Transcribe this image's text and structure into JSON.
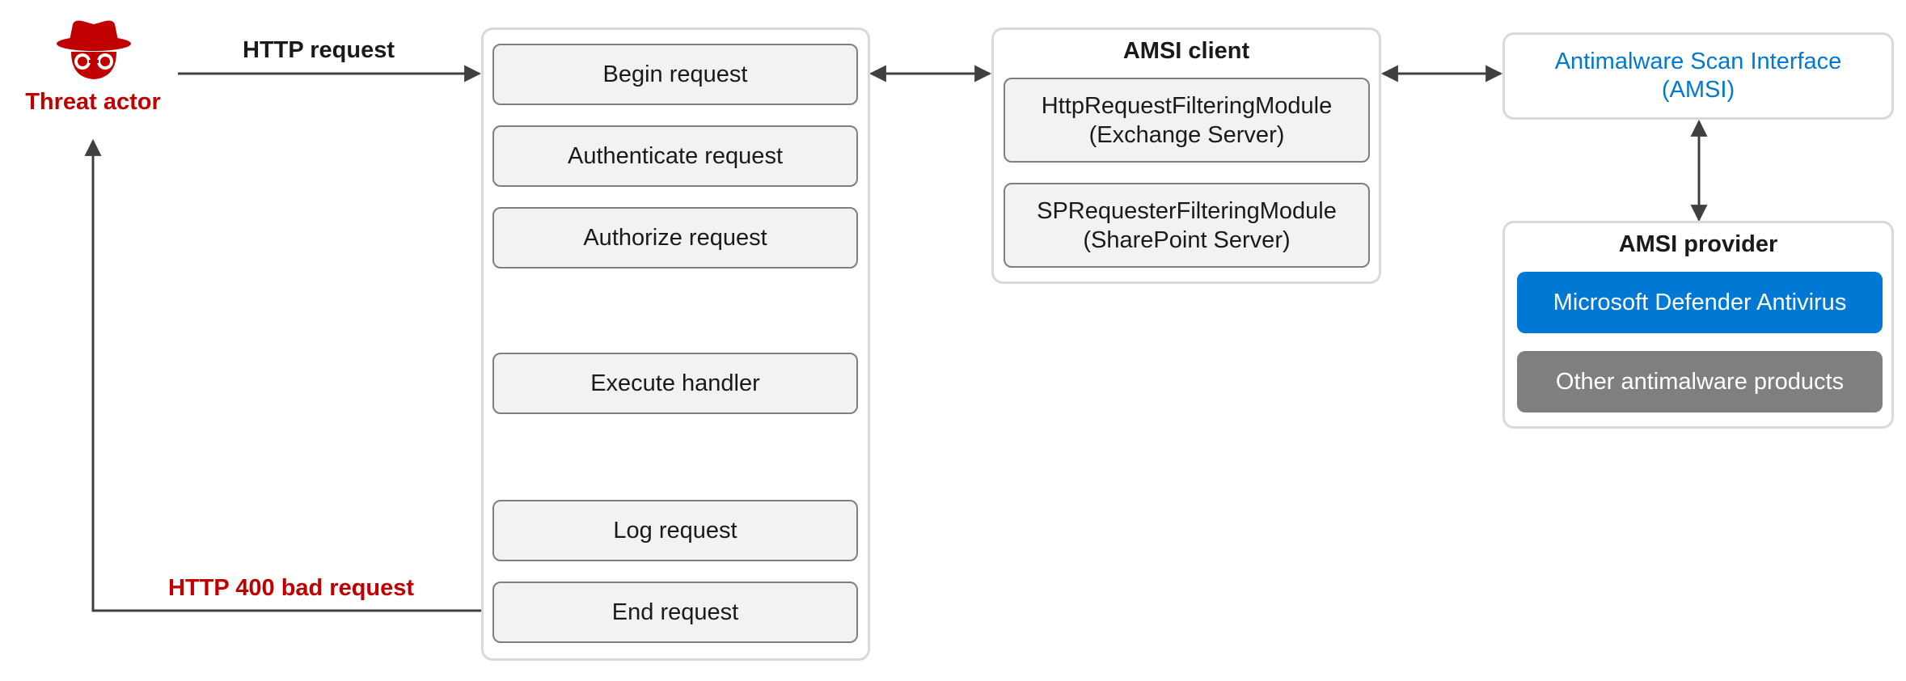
{
  "actor": {
    "label": "Threat actor",
    "icon": "threat-actor-icon"
  },
  "arrows": {
    "request_label": "HTTP request",
    "response_label": "HTTP 400 bad request"
  },
  "pipeline": {
    "steps": [
      "Begin request",
      "Authenticate request",
      "Authorize request",
      "Execute handler",
      "Log request",
      "End request"
    ]
  },
  "amsi_client": {
    "title": "AMSI client",
    "modules": [
      {
        "name": "HttpRequestFilteringModule",
        "server": "(Exchange Server)"
      },
      {
        "name": "SPRequesterFilteringModule",
        "server": "(SharePoint Server)"
      }
    ]
  },
  "amsi_interface": {
    "line1": "Antimalware Scan Interface",
    "line2": "(AMSI)"
  },
  "amsi_provider": {
    "title": "AMSI provider",
    "products": [
      "Microsoft Defender Antivirus",
      "Other antimalware products"
    ]
  },
  "colors": {
    "threat_red": "#c00000",
    "interface_blue": "#0078d4",
    "defender_blue": "#0078d4",
    "other_gray": "#7f7f7f",
    "box_fill": "#f2f2f2",
    "frame_border": "#d9d9d9",
    "arrow": "#404040"
  }
}
